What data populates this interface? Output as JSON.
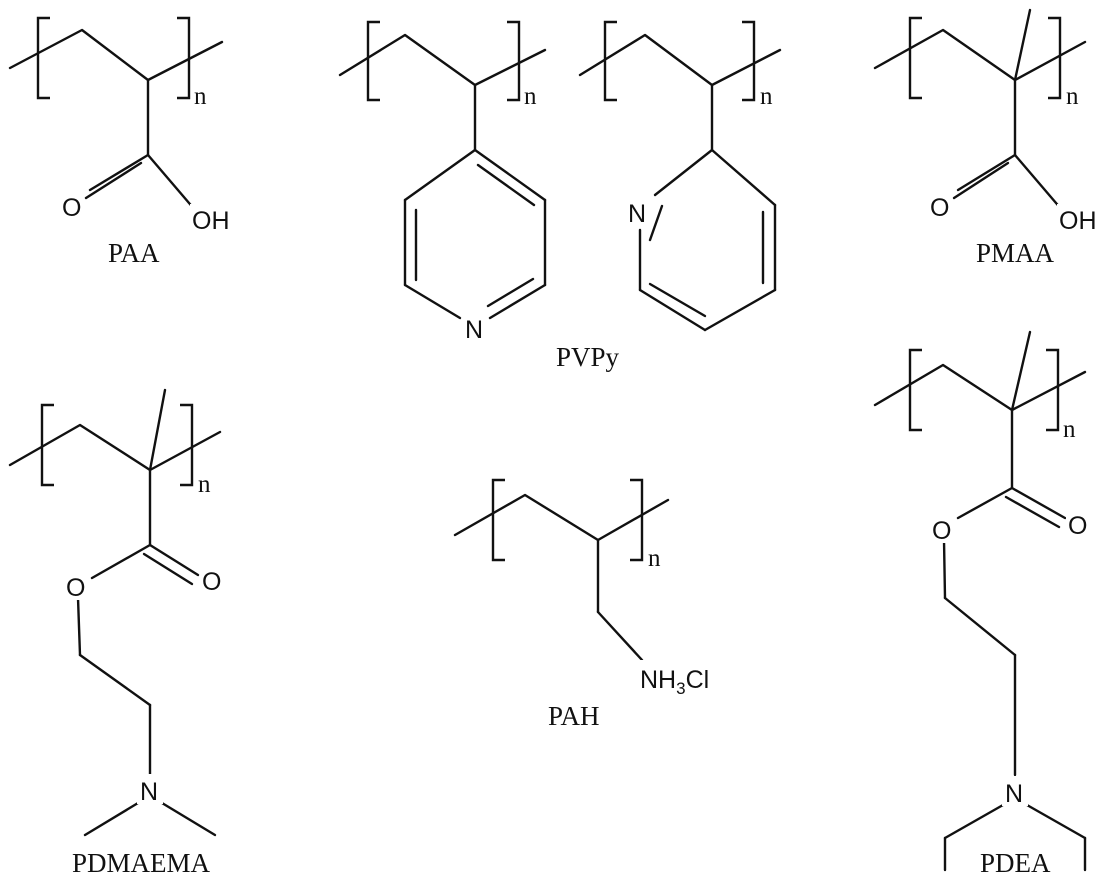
{
  "polymers": {
    "paa": {
      "label": "PAA",
      "atom_o": "O",
      "atom_oh": "OH",
      "repeat": "n"
    },
    "pvpy": {
      "label": "PVPy",
      "atom_n_para": "N",
      "atom_n_ortho": "N",
      "repeat_a": "n",
      "repeat_b": "n"
    },
    "pmaa": {
      "label": "PMAA",
      "atom_o": "O",
      "atom_oh": "OH",
      "repeat": "n"
    },
    "pdmaema": {
      "label": "PDMAEMA",
      "atom_o_ester": "O",
      "atom_o_carbonyl": "O",
      "atom_n": "N",
      "repeat": "n"
    },
    "pah": {
      "label": "PAH",
      "atom_nh": "NH",
      "atom_nh_sub": "3",
      "atom_cl": "Cl",
      "repeat": "n"
    },
    "pdea": {
      "label": "PDEA",
      "atom_o_ester": "O",
      "atom_o_carbonyl": "O",
      "atom_n": "N",
      "repeat": "n"
    }
  }
}
